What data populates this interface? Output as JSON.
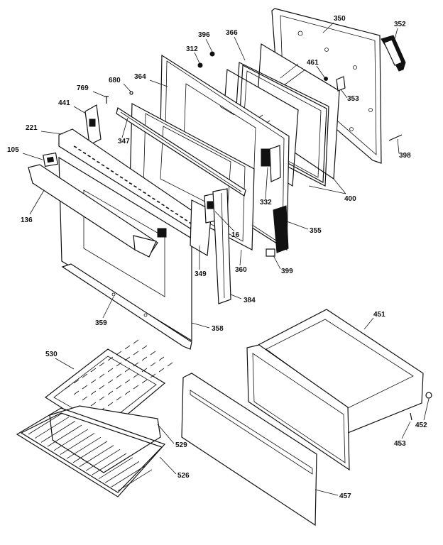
{
  "diagram": {
    "callouts": [
      {
        "id": "350",
        "label": "350"
      },
      {
        "id": "352",
        "label": "352"
      },
      {
        "id": "396",
        "label": "396"
      },
      {
        "id": "366",
        "label": "366"
      },
      {
        "id": "312",
        "label": "312"
      },
      {
        "id": "461",
        "label": "461"
      },
      {
        "id": "353",
        "label": "353"
      },
      {
        "id": "680",
        "label": "680"
      },
      {
        "id": "364",
        "label": "364"
      },
      {
        "id": "769",
        "label": "769"
      },
      {
        "id": "441",
        "label": "441"
      },
      {
        "id": "347",
        "label": "347"
      },
      {
        "id": "221",
        "label": "221"
      },
      {
        "id": "105",
        "label": "105"
      },
      {
        "id": "398",
        "label": "398"
      },
      {
        "id": "332",
        "label": "332"
      },
      {
        "id": "400",
        "label": "400"
      },
      {
        "id": "136",
        "label": "136"
      },
      {
        "id": "16",
        "label": "16"
      },
      {
        "id": "355",
        "label": "355"
      },
      {
        "id": "349",
        "label": "349"
      },
      {
        "id": "360",
        "label": "360"
      },
      {
        "id": "399",
        "label": "399"
      },
      {
        "id": "384",
        "label": "384"
      },
      {
        "id": "359",
        "label": "359"
      },
      {
        "id": "358",
        "label": "358"
      },
      {
        "id": "451",
        "label": "451"
      },
      {
        "id": "530",
        "label": "530"
      },
      {
        "id": "452",
        "label": "452"
      },
      {
        "id": "453",
        "label": "453"
      },
      {
        "id": "529",
        "label": "529"
      },
      {
        "id": "526",
        "label": "526"
      },
      {
        "id": "457",
        "label": "457"
      }
    ]
  }
}
